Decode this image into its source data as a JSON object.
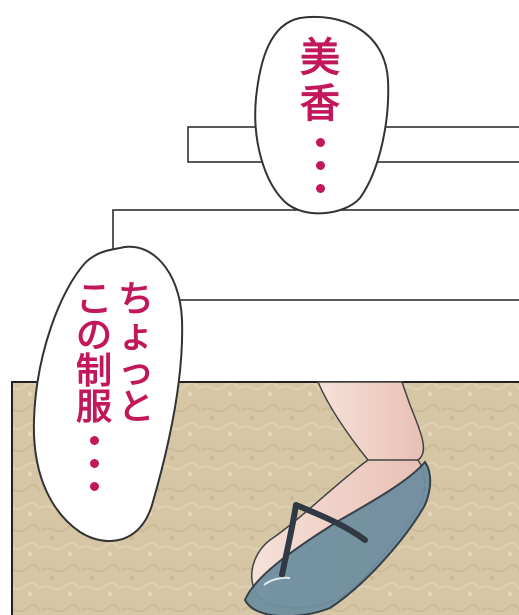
{
  "bubbles": [
    {
      "id": "bubble-1",
      "chars": [
        "美",
        "香"
      ],
      "ellipsis_dots": 3
    },
    {
      "id": "bubble-2",
      "columns": [
        [
          "ち",
          "ょ",
          "っ",
          "と"
        ],
        [
          "こ",
          "の",
          "制",
          "服"
        ]
      ],
      "ellipsis_dots": 3
    }
  ],
  "colors": {
    "text": "#c2185b",
    "sand": "#d8c8a8",
    "sandal_strap": "#2f3a45",
    "sandal_sole": "#6f8fa0",
    "skin": "#f3d7cd"
  }
}
